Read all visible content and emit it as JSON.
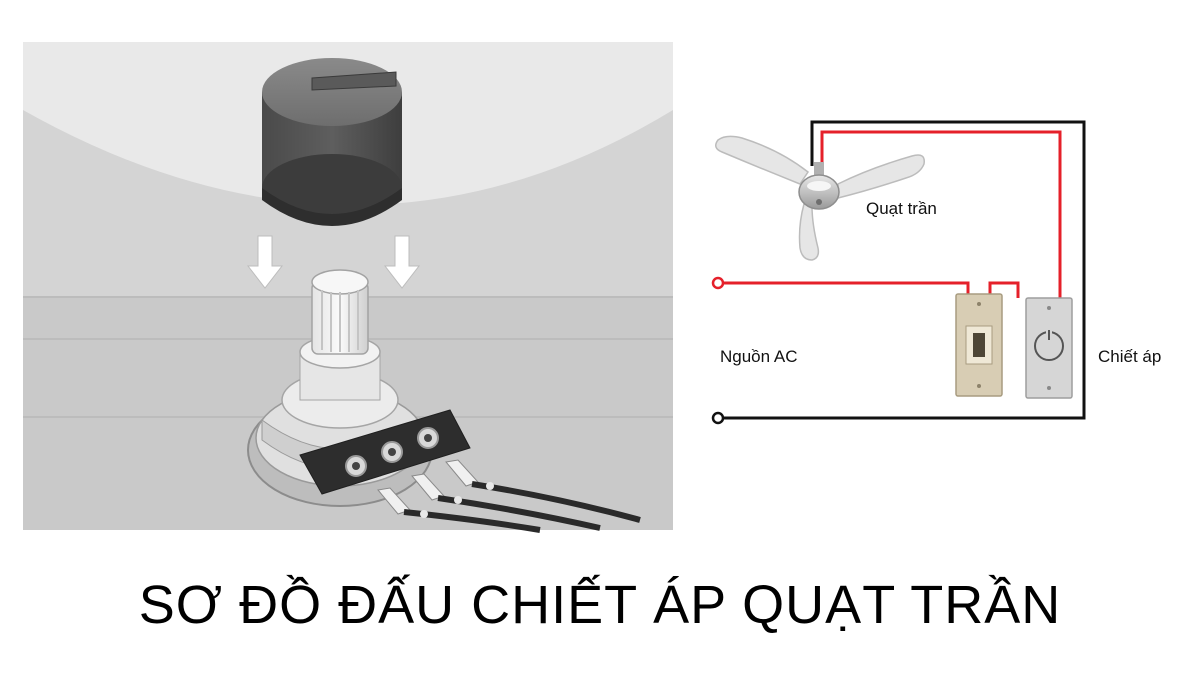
{
  "title": "SƠ ĐỒ ĐẤU CHIẾT ÁP QUẠT TRẦN",
  "wiring_diagram": {
    "labels": {
      "fan": "Quạt trần",
      "power_source": "Nguồn AC",
      "dimmer": "Chiết áp"
    },
    "components": [
      "ceiling-fan",
      "wall-switch",
      "rotary-dimmer",
      "ac-terminal-live",
      "ac-terminal-neutral"
    ],
    "wire_colors": {
      "live": "#e5202a",
      "neutral": "#111111"
    }
  },
  "illustration": {
    "components": [
      "knob-cap",
      "potentiometer-shaft",
      "potentiometer-body",
      "terminal-pins",
      "lead-wires",
      "down-arrow"
    ]
  },
  "colors": {
    "background": "#ffffff",
    "illustration_bg": "#d9d9d9",
    "live_wire": "#e5202a",
    "neutral_wire": "#111111",
    "switch_plate": "#d8cdb4",
    "dimmer_plate": "#d6d6d6"
  }
}
